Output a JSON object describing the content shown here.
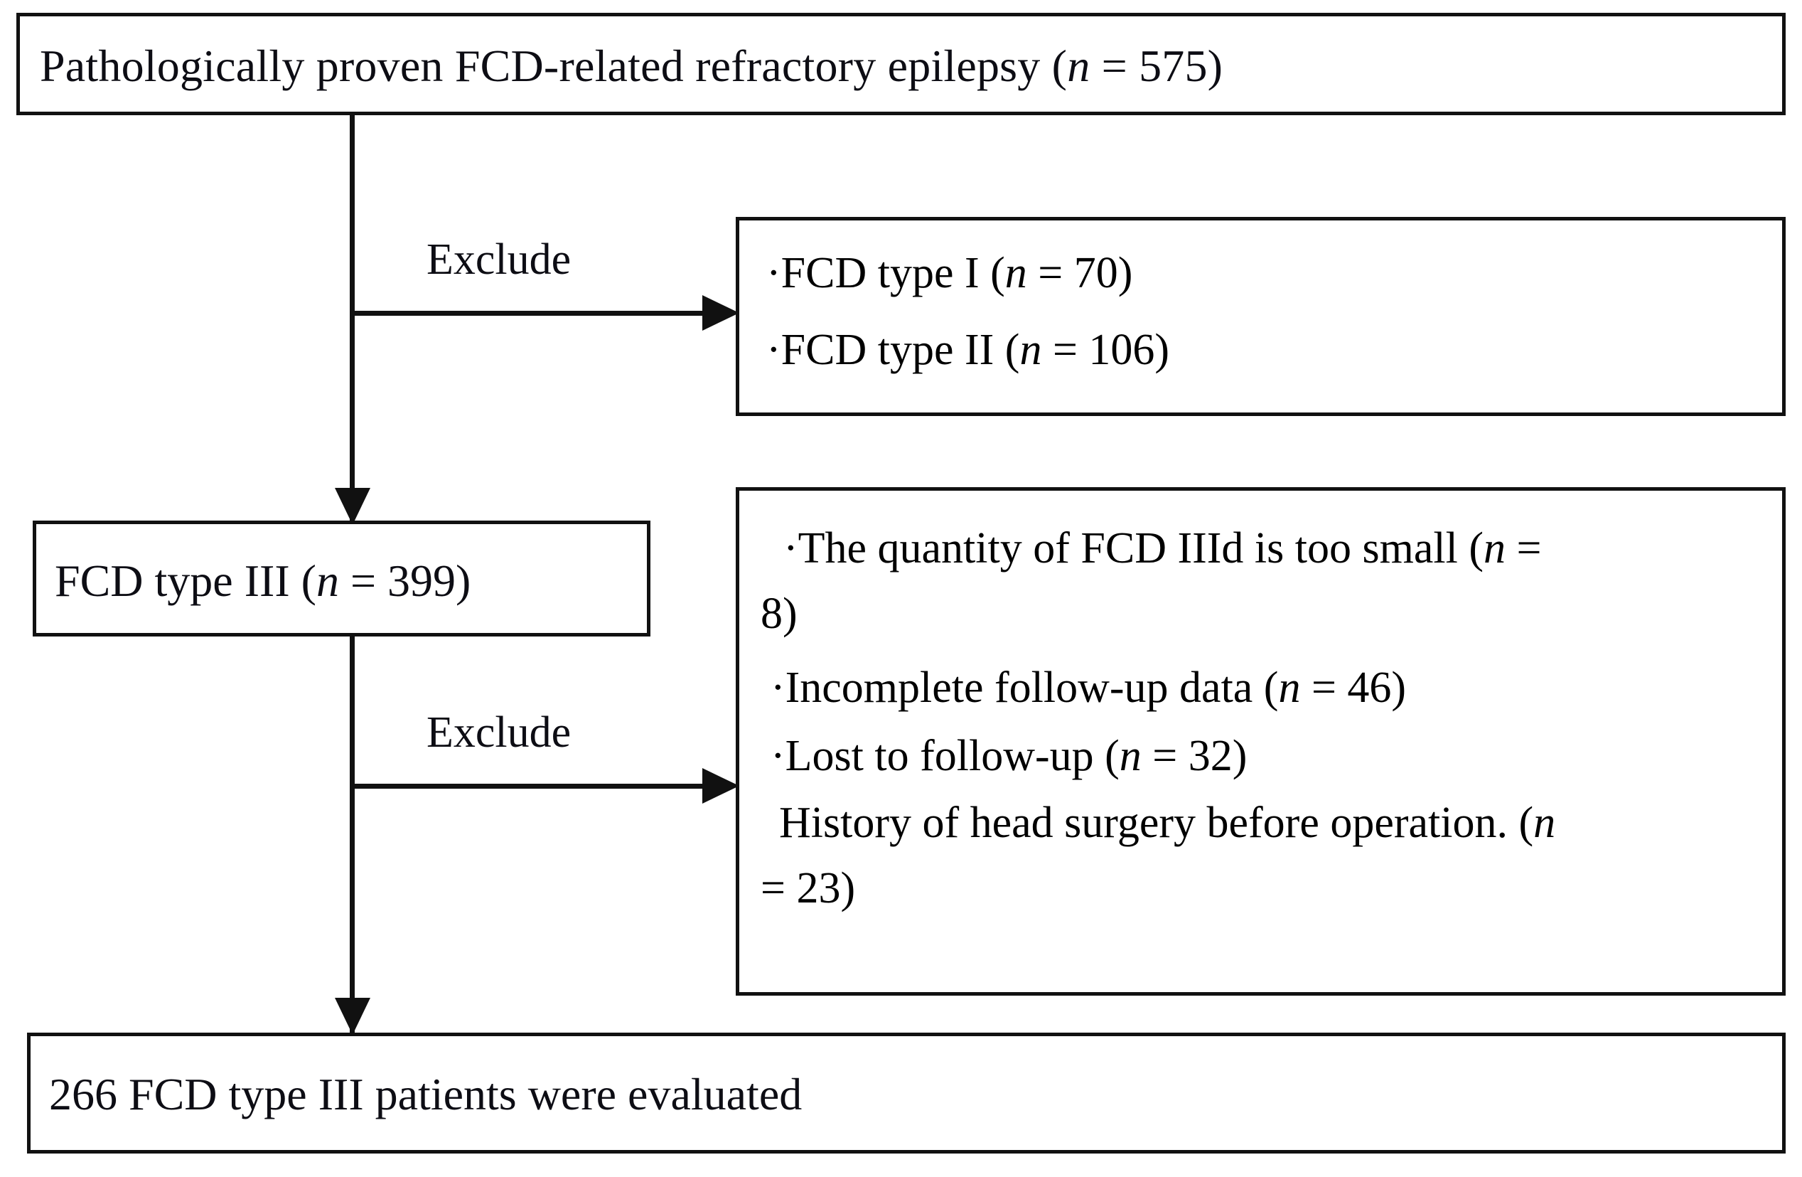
{
  "figure": {
    "type": "patient-selection-flowchart",
    "background_color": "#ffffff",
    "line_color": "#111111",
    "text_color": "#0d0d14"
  },
  "nodes": {
    "top_box": {
      "text": "Pathologically proven FCD-related refractory epilepsy (n = 575)",
      "n": 575
    },
    "exclusion_box_1": {
      "items": [
        "·FCD type I (n = 70)",
        "·FCD type II (n = 106)"
      ],
      "counts": [
        70,
        106
      ]
    },
    "fcd3_box": {
      "text": "FCD type III (n = 399)",
      "n": 399
    },
    "exclusion_box_2": {
      "lines": [
        "·The quantity of FCD IIId is too small (n =",
        "8)",
        "·Incomplete follow-up data (n = 46)",
        "·Lost to follow-up (n = 32)",
        "History of head surgery before operation. (n",
        "= 23)"
      ],
      "items": [
        "·The quantity of FCD IIId is too small (n = 8)",
        "·Incomplete follow-up data (n = 46)",
        "·Lost to follow-up (n = 32)",
        "History of head surgery before operation. (n = 23)"
      ],
      "counts": [
        8,
        46,
        32,
        23
      ]
    },
    "bottom_box": {
      "text": "266 FCD type III patients were evaluated",
      "n": 266
    }
  },
  "connectors": {
    "exclude_label_1": "Exclude",
    "exclude_label_2": "Exclude"
  }
}
